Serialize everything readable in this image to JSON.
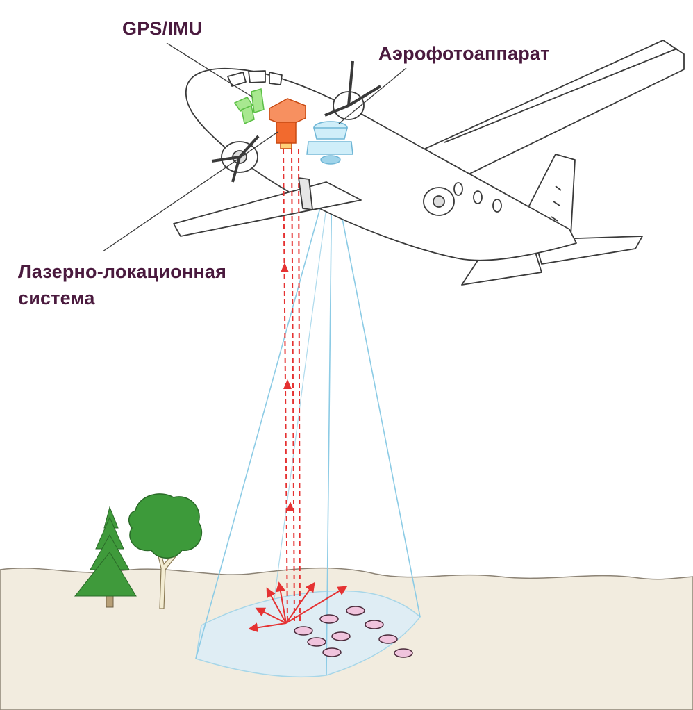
{
  "labels": {
    "gps_imu": "GPS/IMU",
    "camera": "Аэрофотоаппарат",
    "laser_line1": "Лазерно-локационная",
    "laser_line2": "система"
  },
  "colors": {
    "label_text": "#4a1a3e",
    "gps_imu_unit": "#7fd86a",
    "laser_unit": "#f26a2e",
    "camera_unit": "#bfe6f5",
    "camera_cone": "#9fd4ea",
    "laser_beam": "#e53232",
    "ground": "#f2ecdf",
    "footprint_marks": "#f0c4dd",
    "spruce": "#3f9a3b",
    "oak": "#3d9a3a"
  },
  "icons": [
    "aircraft-icon",
    "gps-imu-unit-icon",
    "laser-unit-icon",
    "camera-unit-icon",
    "spruce-tree-icon",
    "oak-tree-icon"
  ]
}
